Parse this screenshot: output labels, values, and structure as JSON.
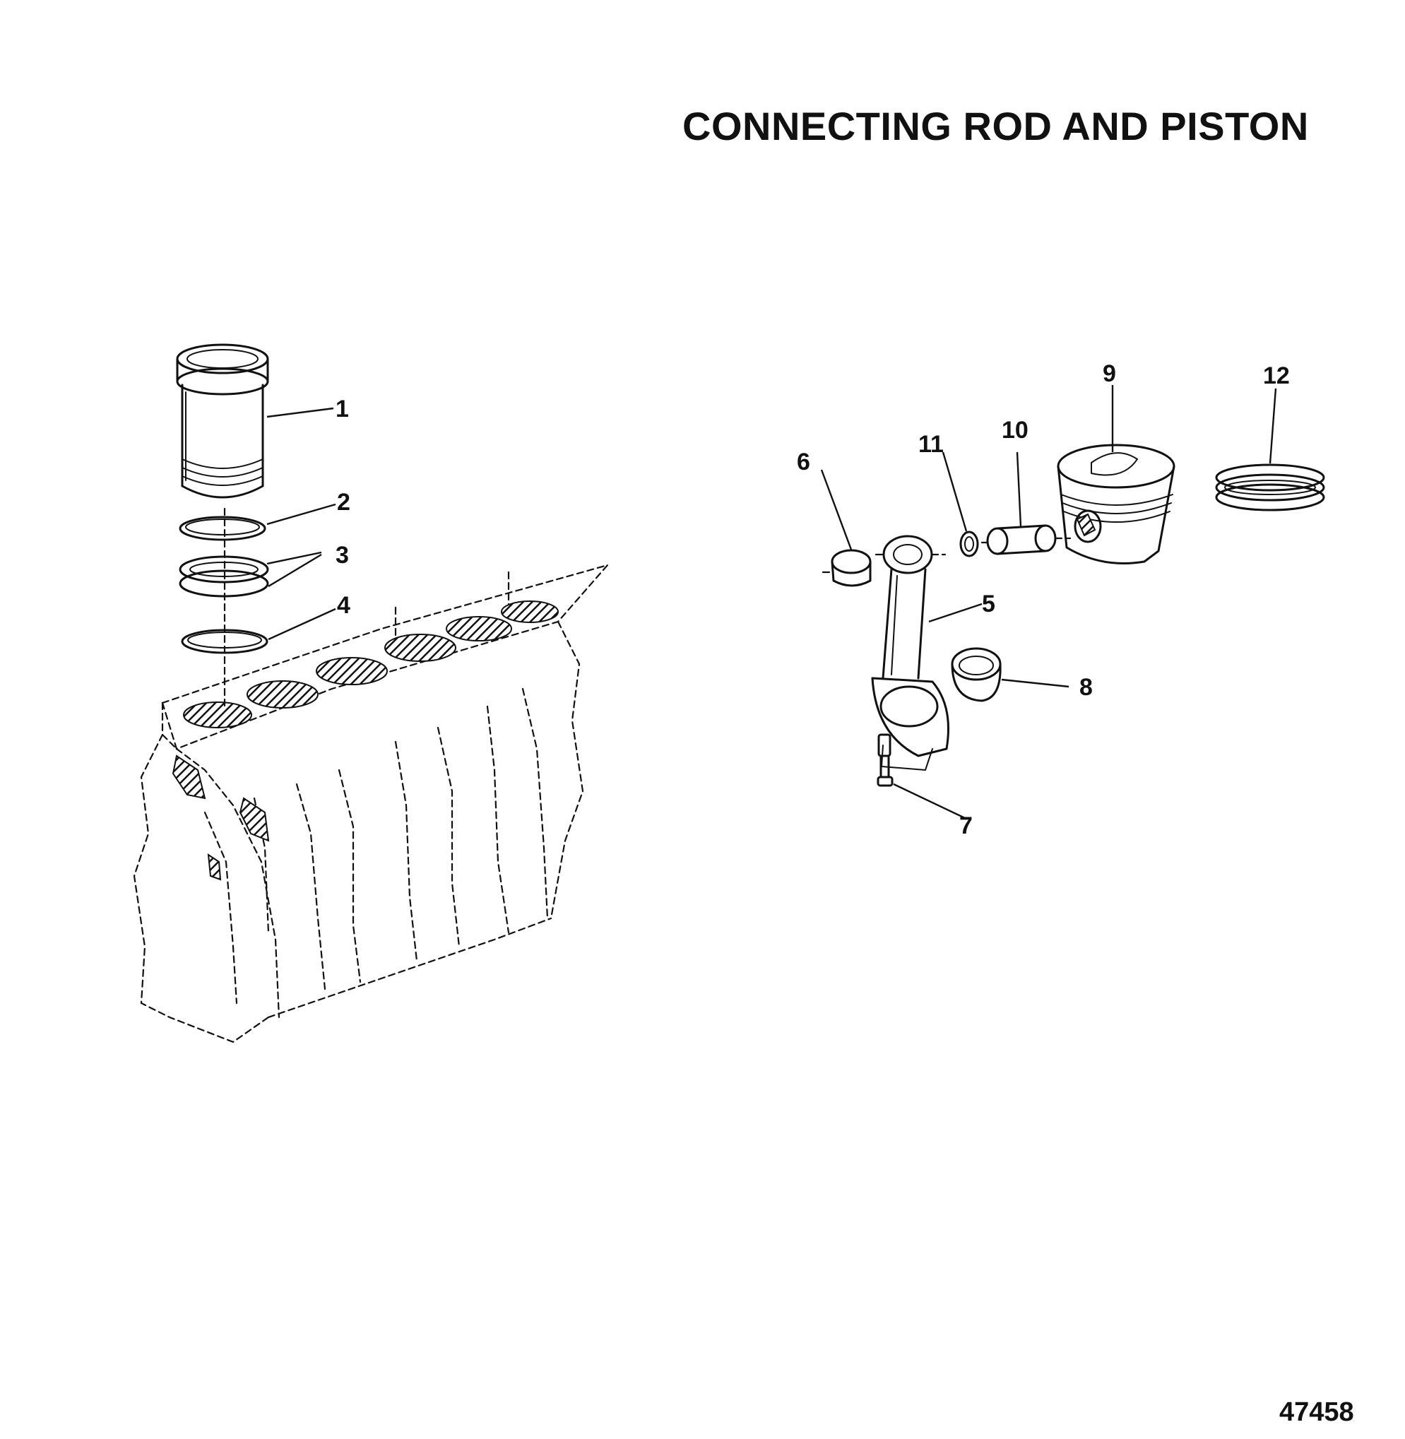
{
  "title": "CONNECTING ROD AND PISTON",
  "figure_number": "47458",
  "callouts": [
    {
      "id": "c1",
      "label": "1"
    },
    {
      "id": "c2",
      "label": "2"
    },
    {
      "id": "c3",
      "label": "3"
    },
    {
      "id": "c4",
      "label": "4"
    },
    {
      "id": "c5",
      "label": "5"
    },
    {
      "id": "c6",
      "label": "6"
    },
    {
      "id": "c7",
      "label": "7"
    },
    {
      "id": "c8",
      "label": "8"
    },
    {
      "id": "c9",
      "label": "9"
    },
    {
      "id": "c10",
      "label": "10"
    },
    {
      "id": "c11",
      "label": "11"
    },
    {
      "id": "c12",
      "label": "12"
    }
  ]
}
